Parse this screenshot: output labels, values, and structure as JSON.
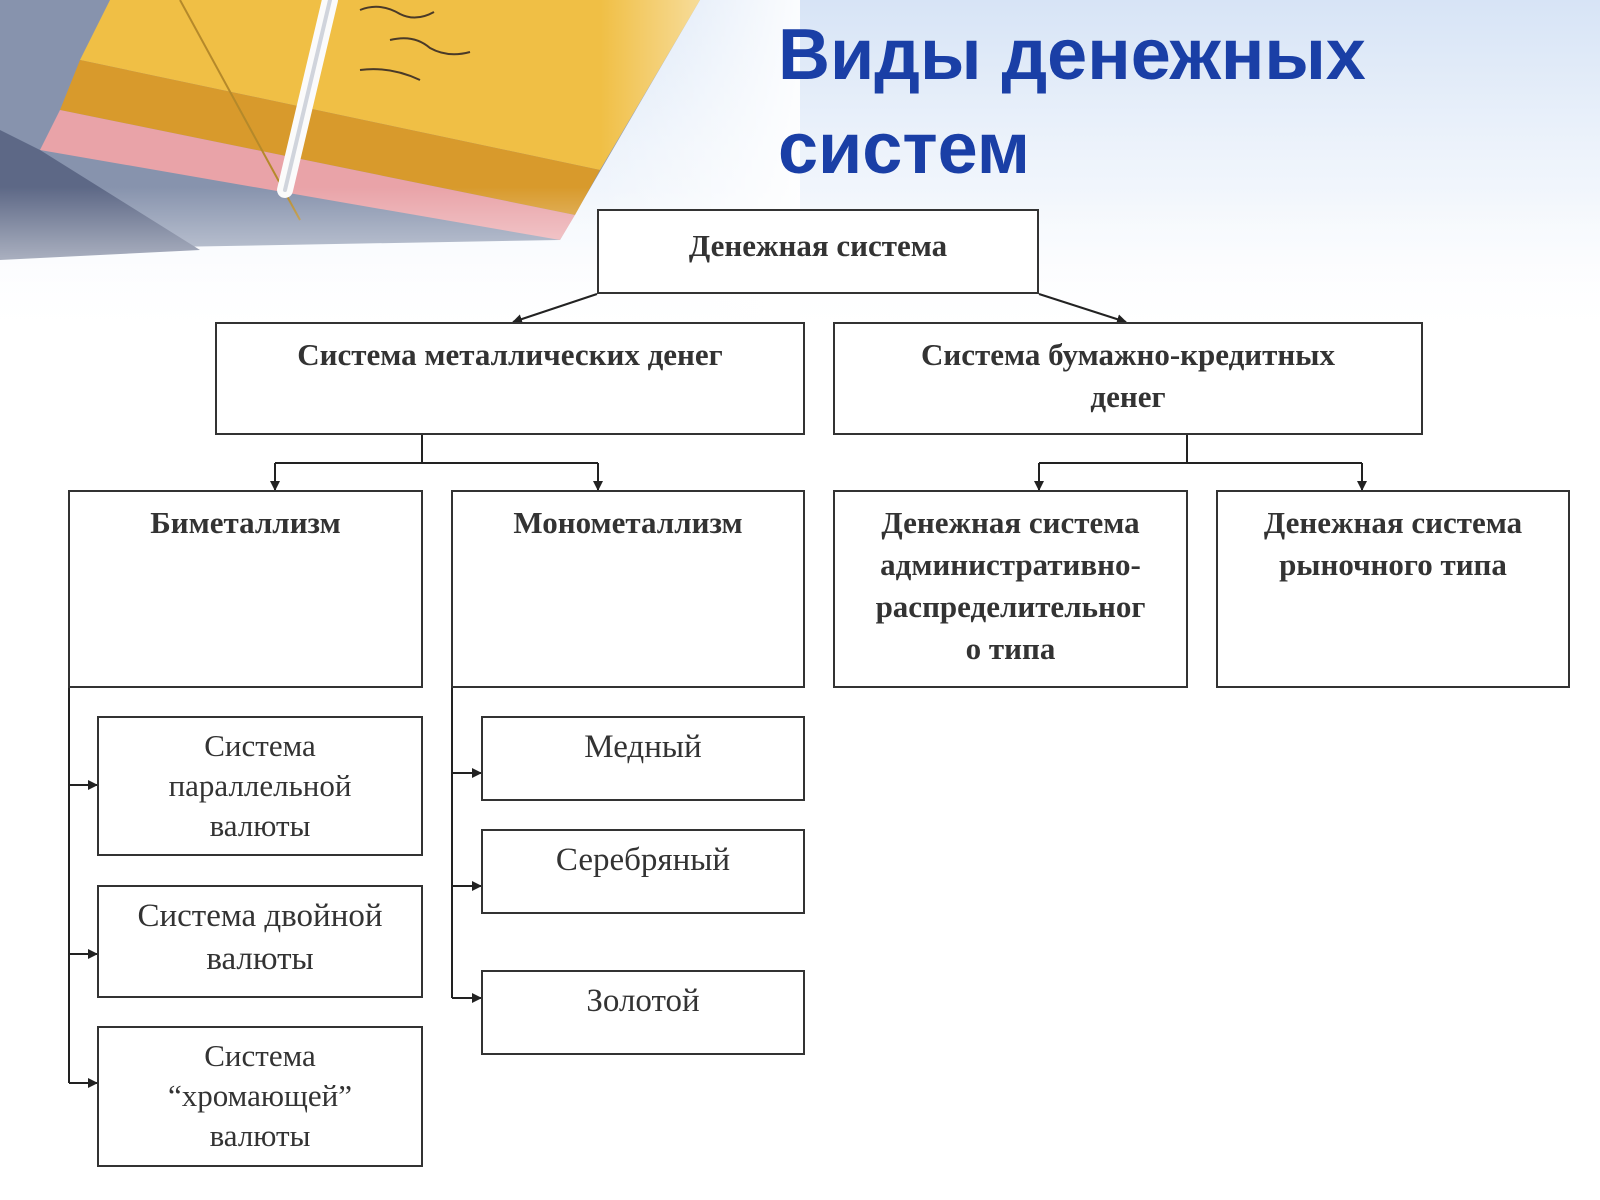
{
  "title": {
    "line1": "Виды денежных",
    "line2": "систем"
  },
  "diagram": {
    "root": "Денежная система",
    "metal": {
      "label": "Система металлических денег",
      "bimetallism": {
        "label": "Биметаллизм",
        "items": [
          [
            "Система",
            "параллельной",
            "валюты"
          ],
          [
            "Система двойной",
            "валюты"
          ],
          [
            "Система",
            "“хромающей”",
            "валюты"
          ]
        ]
      },
      "monometallism": {
        "label": "Монометаллизм",
        "items": [
          "Медный",
          "Серебряный",
          "Золотой"
        ]
      }
    },
    "paper": {
      "label_line1": "Система бумажно-кредитных",
      "label_line2": "денег",
      "admin": [
        "Денежная система",
        "административно-",
        "распределительног",
        "о типа"
      ],
      "market": [
        "Денежная система",
        "рыночного типа"
      ]
    }
  },
  "colors": {
    "title": "#1a3fa6",
    "lines": "#222222",
    "text": "#333333"
  },
  "icons": {
    "background": "open-book-with-pen-photo"
  }
}
